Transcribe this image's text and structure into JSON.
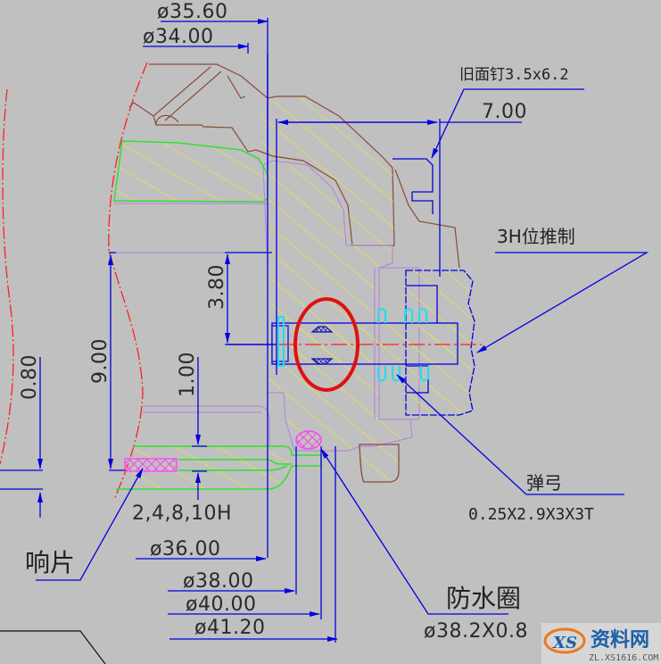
{
  "drawing": {
    "type": "CAD cross-section (mechanical/watch case seal detail)",
    "colors": {
      "background": "#c0c0c0",
      "dimension": "#0000e0",
      "hatch": "#e8e840",
      "outline_brown": "#8b4a3a",
      "green_part": "#30e030",
      "purple_part": "#b080e0",
      "center_line": "#ff2020",
      "cyan_spring": "#20e0f0",
      "magenta_seal": "#ff40ff",
      "highlight_circle": "#e01010"
    },
    "dimensions": {
      "d3560": "ø35.60",
      "d3400": "ø34.00",
      "d3600": "ø36.00",
      "d3800": "ø38.00",
      "d4000": "ø40.00",
      "d4120": "ø41.20",
      "len700": "7.00",
      "v380": "3.80",
      "v900": "9.00",
      "v100": "1.00",
      "v080": "0.80"
    },
    "callouts": {
      "screw": "旧面钉3.5x6.2",
      "push": "3H位推制",
      "spring_title": "弹弓",
      "spring_spec": "0.25X2.9X3X3T",
      "gasket_title": "防水圈",
      "gasket_spec": "ø38.2X0.8",
      "buzzer_title": "响片",
      "buzzer_spec": "2,4,8,10H"
    },
    "watermark": {
      "logo": "XS",
      "name": "资料网",
      "url": "ZL.XS1616.COM"
    }
  }
}
